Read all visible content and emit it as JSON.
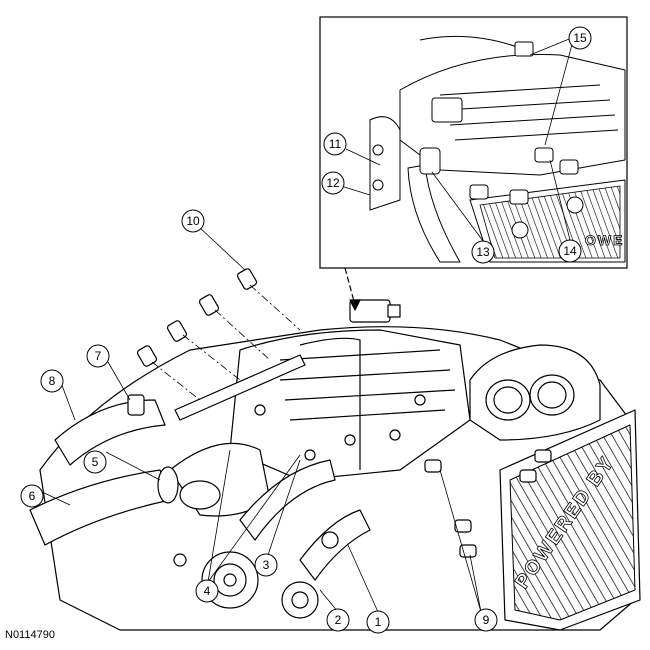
{
  "figure_id": "N0114790",
  "engine_cover_text": "POWERED BY",
  "inset_cover_text": "OWE",
  "callouts": [
    {
      "number": "1"
    },
    {
      "number": "2"
    },
    {
      "number": "3"
    },
    {
      "number": "4"
    },
    {
      "number": "5"
    },
    {
      "number": "6"
    },
    {
      "number": "7"
    },
    {
      "number": "8"
    },
    {
      "number": "9"
    },
    {
      "number": "10"
    },
    {
      "number": "11"
    },
    {
      "number": "12"
    },
    {
      "number": "13"
    },
    {
      "number": "14"
    },
    {
      "number": "15"
    }
  ]
}
